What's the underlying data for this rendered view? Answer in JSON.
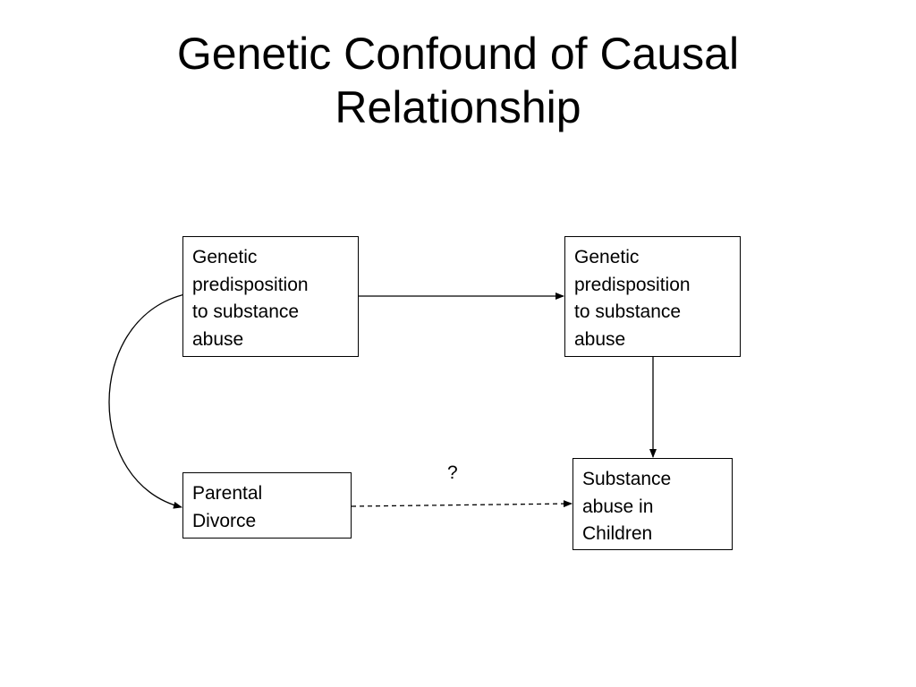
{
  "title": {
    "line1": "Genetic Confound of Causal",
    "line2": "Relationship"
  },
  "nodes": {
    "genetic_left": {
      "lines": [
        "Genetic",
        "predisposition",
        "to substance",
        "abuse"
      ]
    },
    "genetic_right": {
      "lines": [
        "Genetic",
        "predisposition",
        "to substance",
        "abuse"
      ]
    },
    "parental_divorce": {
      "lines": [
        "Parental",
        "Divorce"
      ]
    },
    "children_abuse": {
      "lines": [
        "Substance",
        "abuse in",
        "Children"
      ]
    }
  },
  "edges": {
    "uncertain_label": "?"
  },
  "colors": {
    "line": "#000000",
    "background": "#ffffff"
  }
}
